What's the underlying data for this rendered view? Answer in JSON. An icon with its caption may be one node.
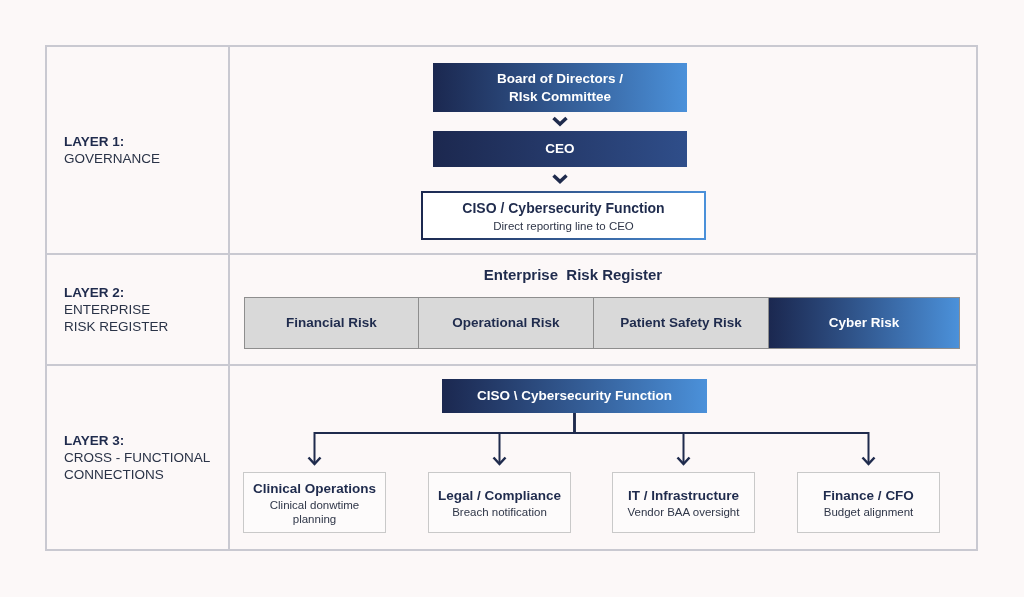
{
  "diagram": {
    "nodes": [
      {
        "text": [
          "LAYER 1:",
          "GOVERNANCE"
        ]
      },
      {
        "text": [
          "Board of Directors / RIsk Committee"
        ],
        "in": 0
      },
      {
        "text": [
          "CEO"
        ],
        "in": 0
      },
      {
        "text": [
          "CISO / Cybersecurity Function",
          "Direct reporting line to CEO"
        ],
        "in": 0
      },
      {
        "text": [
          "LAYER 2:",
          "ENTERPRISE RISK REGISTER"
        ]
      },
      {
        "text": [
          "Enterprise  Risk Register"
        ],
        "in": 4
      },
      {
        "text": [
          "Financial Risk"
        ],
        "in": 5
      },
      {
        "text": [
          "Operational Risk"
        ],
        "in": 5
      },
      {
        "text": [
          "Patient Safety Risk"
        ],
        "in": 5
      },
      {
        "text": [
          "Cyber Risk"
        ],
        "in": 5
      },
      {
        "text": [
          "LAYER 3:",
          "CROSS - FUNCTIONAL CONNECTIONS"
        ]
      },
      {
        "text": [
          "CISO \\ Cybersecurity Function"
        ],
        "in": 10
      },
      {
        "text": [
          "Clinical Operations",
          "Clinical donwtime planning"
        ],
        "in": 10
      },
      {
        "text": [
          "Legal / Compliance",
          "Breach notification"
        ],
        "in": 10
      },
      {
        "text": [
          "IT / Infrastructure",
          "Vendor BAA oversight"
        ],
        "in": 10
      },
      {
        "text": [
          "Finance / CFO",
          "Budget alignment"
        ],
        "in": 10
      }
    ],
    "edges": [
      {
        "from": 1,
        "to": 2,
        "arrow": "to"
      },
      {
        "from": 2,
        "to": 3,
        "arrow": "to"
      },
      {
        "from": 11,
        "to": 12,
        "arrow": "to"
      },
      {
        "from": 11,
        "to": 13,
        "arrow": "to"
      },
      {
        "from": 11,
        "to": 14,
        "arrow": "to"
      },
      {
        "from": 11,
        "to": 15,
        "arrow": "to"
      }
    ]
  }
}
